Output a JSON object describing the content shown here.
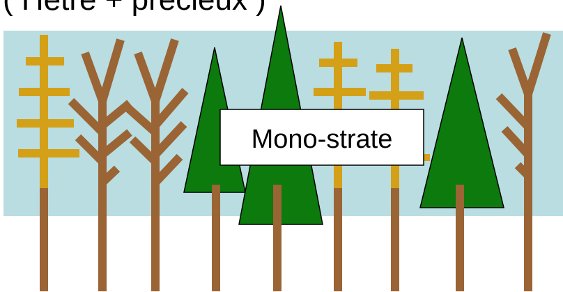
{
  "caption_cut": "( Hêtre + précieux )",
  "label": "Mono-strate",
  "colors": {
    "band": "#b9dde1",
    "trunk": "#9a6434",
    "yellow_branch": "#d4a017",
    "conifer": "#0c7a0c",
    "outline": "#000000",
    "label_bg": "#ffffff"
  },
  "trees": [
    {
      "kind": "yellow-cross",
      "name": "yellow-tree-1"
    },
    {
      "kind": "brown-v",
      "name": "brown-tree-1"
    },
    {
      "kind": "brown-v",
      "name": "brown-tree-2"
    },
    {
      "kind": "conifer",
      "name": "conifer-1"
    },
    {
      "kind": "conifer",
      "name": "conifer-2"
    },
    {
      "kind": "yellow-cross",
      "name": "yellow-tree-2"
    },
    {
      "kind": "yellow-cross",
      "name": "yellow-tree-3"
    },
    {
      "kind": "conifer",
      "name": "conifer-3"
    },
    {
      "kind": "brown-v",
      "name": "brown-tree-3"
    }
  ]
}
